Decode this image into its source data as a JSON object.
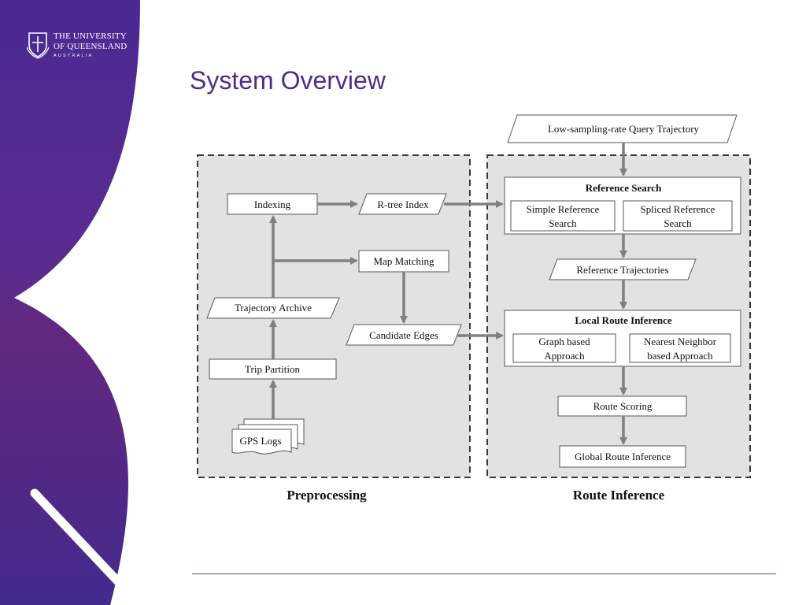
{
  "branding": {
    "line1": "THE UNIVERSITY",
    "line2": "OF QUEENSLAND",
    "line3": "AUSTRALIA",
    "crest_icon": "crest-icon",
    "brand_color": "#51247a"
  },
  "slide": {
    "title": "System Overview"
  },
  "diagram": {
    "preprocessing": {
      "label": "Preprocessing",
      "nodes": {
        "indexing": "Indexing",
        "rtree_index": "R-tree Index",
        "map_matching": "Map Matching",
        "trajectory_archive": "Trajectory Archive",
        "candidate_edges": "Candidate Edges",
        "trip_partition": "Trip Partition",
        "gps_logs": "GPS Logs"
      }
    },
    "route_inference": {
      "label": "Route Inference",
      "query": "Low-sampling-rate Query Trajectory",
      "reference_search": {
        "title": "Reference Search",
        "simple_line1": "Simple Reference",
        "simple_line2": "Search",
        "spliced_line1": "Spliced Reference",
        "spliced_line2": "Search"
      },
      "reference_trajectories": "Reference Trajectories",
      "local_route_inference": {
        "title": "Local Route Inference",
        "graph_line1": "Graph based",
        "graph_line2": "Approach",
        "nearest_line1": "Nearest Neighbor",
        "nearest_line2": "based Approach"
      },
      "route_scoring": "Route Scoring",
      "global_route_inference": "Global Route Inference"
    }
  }
}
